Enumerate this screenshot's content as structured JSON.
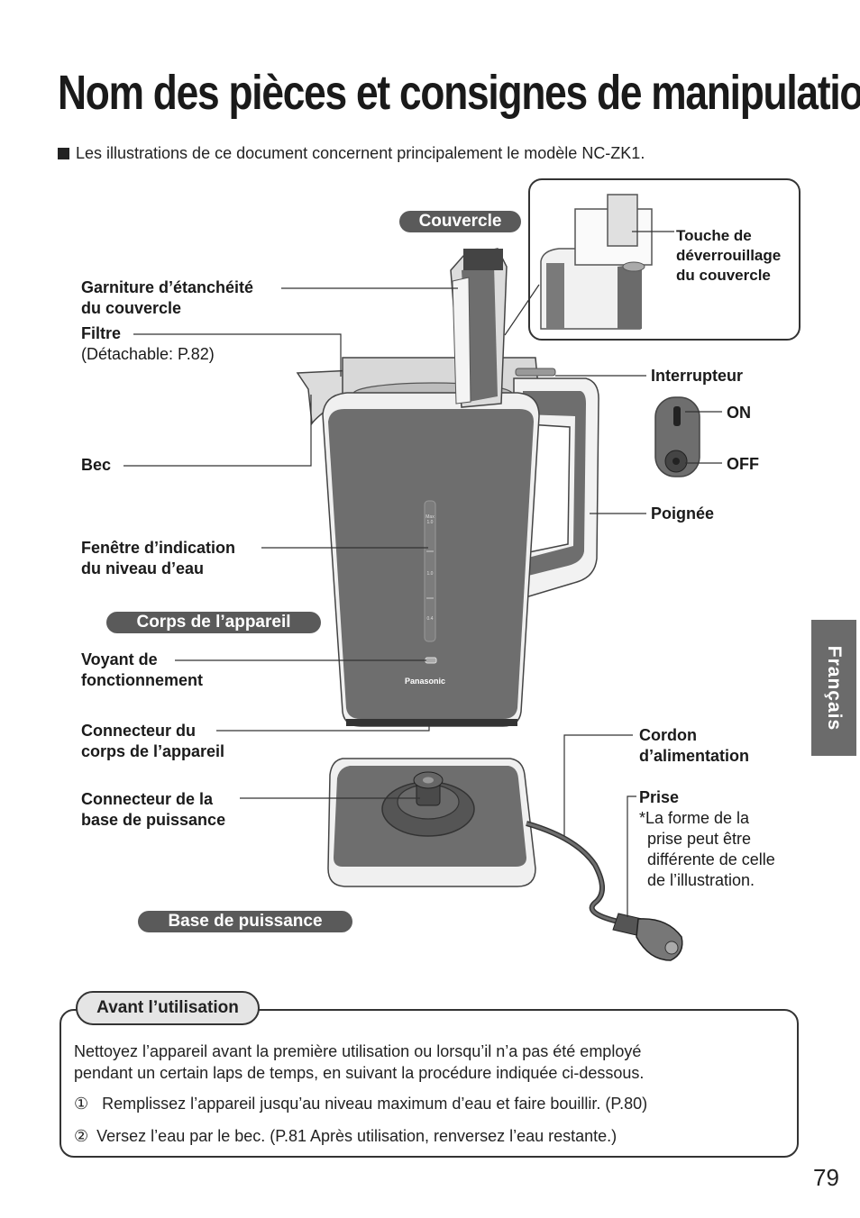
{
  "page": {
    "title": "Nom des pièces et consignes de manipulation",
    "intro": "Les illustrations de ce document concernent principalement le modèle NC-ZK1.",
    "language_tab": "Français",
    "page_number": "79"
  },
  "sections": {
    "lid": "Couvercle",
    "body": "Corps de l’appareil",
    "base": "Base de puissance"
  },
  "labels": {
    "lid_gasket_1": "Garniture d’étanchéité",
    "lid_gasket_2": "du couvercle",
    "filter": "Filtre",
    "filter_note": "(Détachable: P.82)",
    "spout": "Bec",
    "water_window_1": "Fenêtre d’indication",
    "water_window_2": "du niveau d’eau",
    "indicator_1": "Voyant de",
    "indicator_2": "fonctionnement",
    "body_connector_1": "Connecteur du",
    "body_connector_2": "corps de l’appareil",
    "base_connector_1": "Connecteur de la",
    "base_connector_2": "base de puissance",
    "lid_release_1": "Touche de",
    "lid_release_2": "déverrouillage",
    "lid_release_3": "du couvercle",
    "switch": "Interrupteur",
    "on": "ON",
    "off": "OFF",
    "handle": "Poignée",
    "cord_1": "Cordon",
    "cord_2": "d’alimentation",
    "plug": "Prise",
    "plug_note_1": "*La forme de la",
    "plug_note_2": "prise peut être",
    "plug_note_3": "différente de celle",
    "plug_note_4": "de l’illustration.",
    "brand": "Panasonic",
    "gauge_max": "Max 1.0",
    "gauge_mid": "1.0",
    "gauge_low": "0.4"
  },
  "before_use": {
    "heading": "Avant l’utilisation",
    "paragraph_1": "Nettoyez l’appareil avant la première utilisation ou lorsqu’il n’a pas été employé",
    "paragraph_2": "pendant un certain laps de temps, en suivant la procédure indiquée ci-dessous.",
    "step_1_marker": "①",
    "step_1": "Remplissez l’appareil jusqu’au niveau maximum d’eau et faire bouillir. (P.80)",
    "step_2_marker": "②",
    "step_2": "Versez l’eau par le bec. (P.81 Après utilisation, renversez l’eau restante.)"
  },
  "colors": {
    "body_gray": "#6e6e6e",
    "pill_gray": "#5a5a5a",
    "tab_gray": "#6b6b6b"
  }
}
